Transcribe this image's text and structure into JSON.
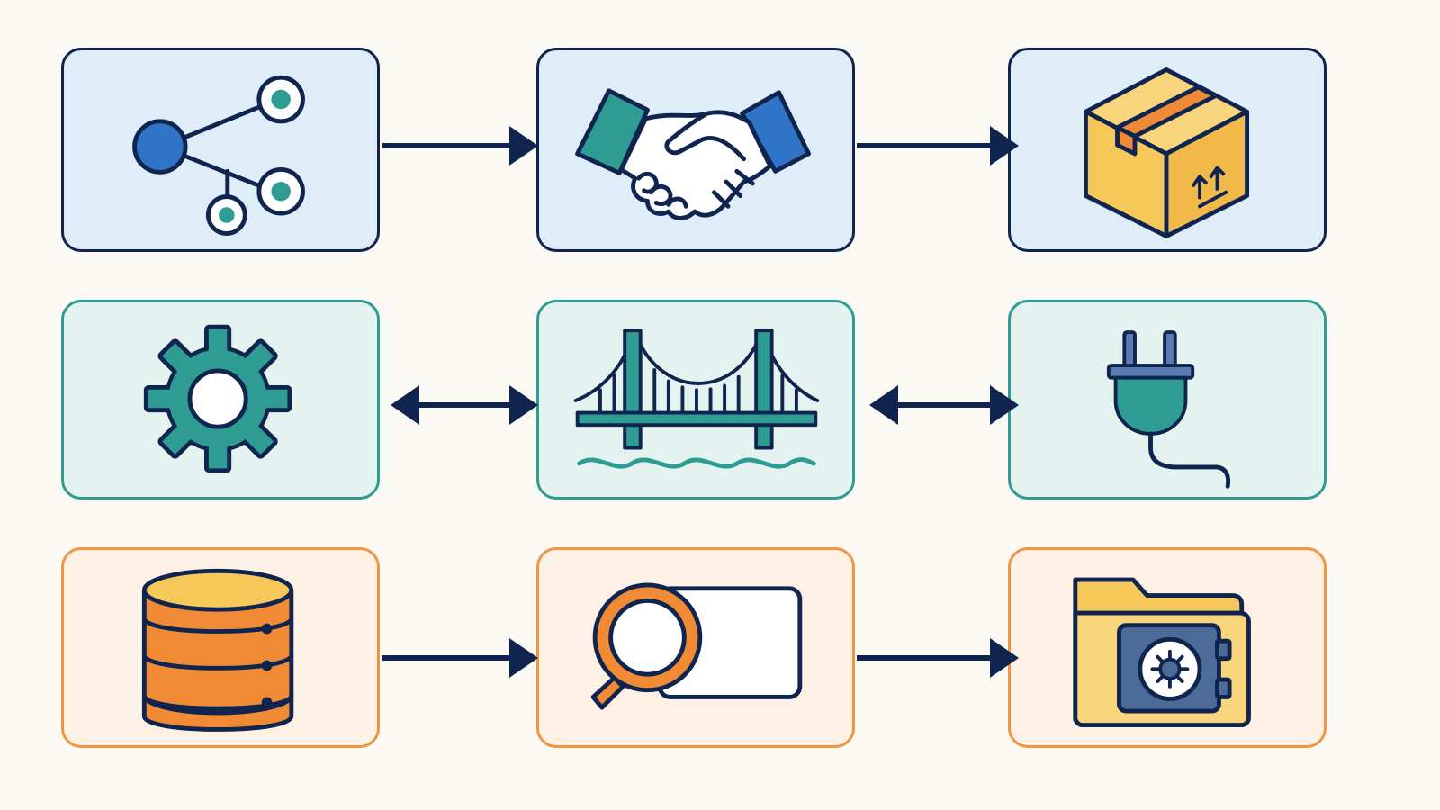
{
  "colors": {
    "background": "#fbf9f3",
    "navy": "#0f2550",
    "teal": "#2e9c92",
    "blue": "#2f74c7",
    "orange": "#f08a35",
    "yellow": "#f6c85a",
    "slate": "#4d6b99"
  },
  "rows": [
    {
      "theme": "blue",
      "cards": [
        {
          "icon": "network-nodes-icon"
        },
        {
          "icon": "handshake-icon"
        },
        {
          "icon": "package-box-icon"
        }
      ],
      "connectors": [
        "one-way",
        "one-way"
      ]
    },
    {
      "theme": "teal",
      "cards": [
        {
          "icon": "gear-icon"
        },
        {
          "icon": "bridge-icon"
        },
        {
          "icon": "power-plug-icon"
        }
      ],
      "connectors": [
        "two-way",
        "two-way"
      ]
    },
    {
      "theme": "orange",
      "cards": [
        {
          "icon": "database-icon"
        },
        {
          "icon": "search-box-icon"
        },
        {
          "icon": "secure-folder-icon"
        }
      ],
      "connectors": [
        "one-way",
        "one-way"
      ]
    }
  ]
}
